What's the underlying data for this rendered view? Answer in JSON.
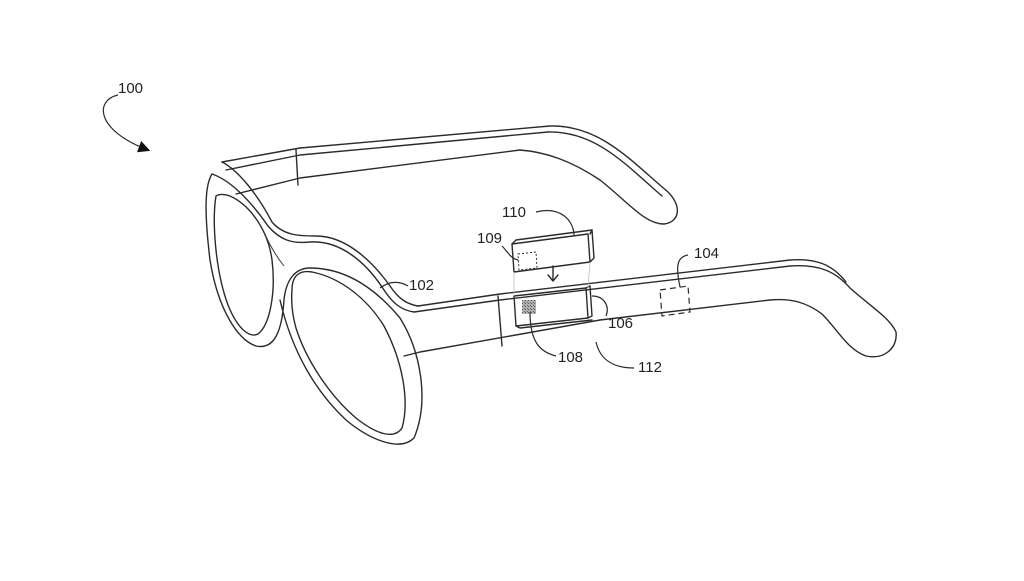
{
  "figure": {
    "type": "patent-drawing",
    "subject": "eyeglasses with removable module",
    "labels": {
      "assembly": "100",
      "frame": "102",
      "temple_component": "104",
      "module_slot": "106",
      "slot_element": "108",
      "module_element": "109",
      "removable_module": "110",
      "temple_arm": "112"
    },
    "colors": {
      "line": "#2b2b2b",
      "background": "#ffffff",
      "shaded_element": "#8a8a8a"
    }
  }
}
